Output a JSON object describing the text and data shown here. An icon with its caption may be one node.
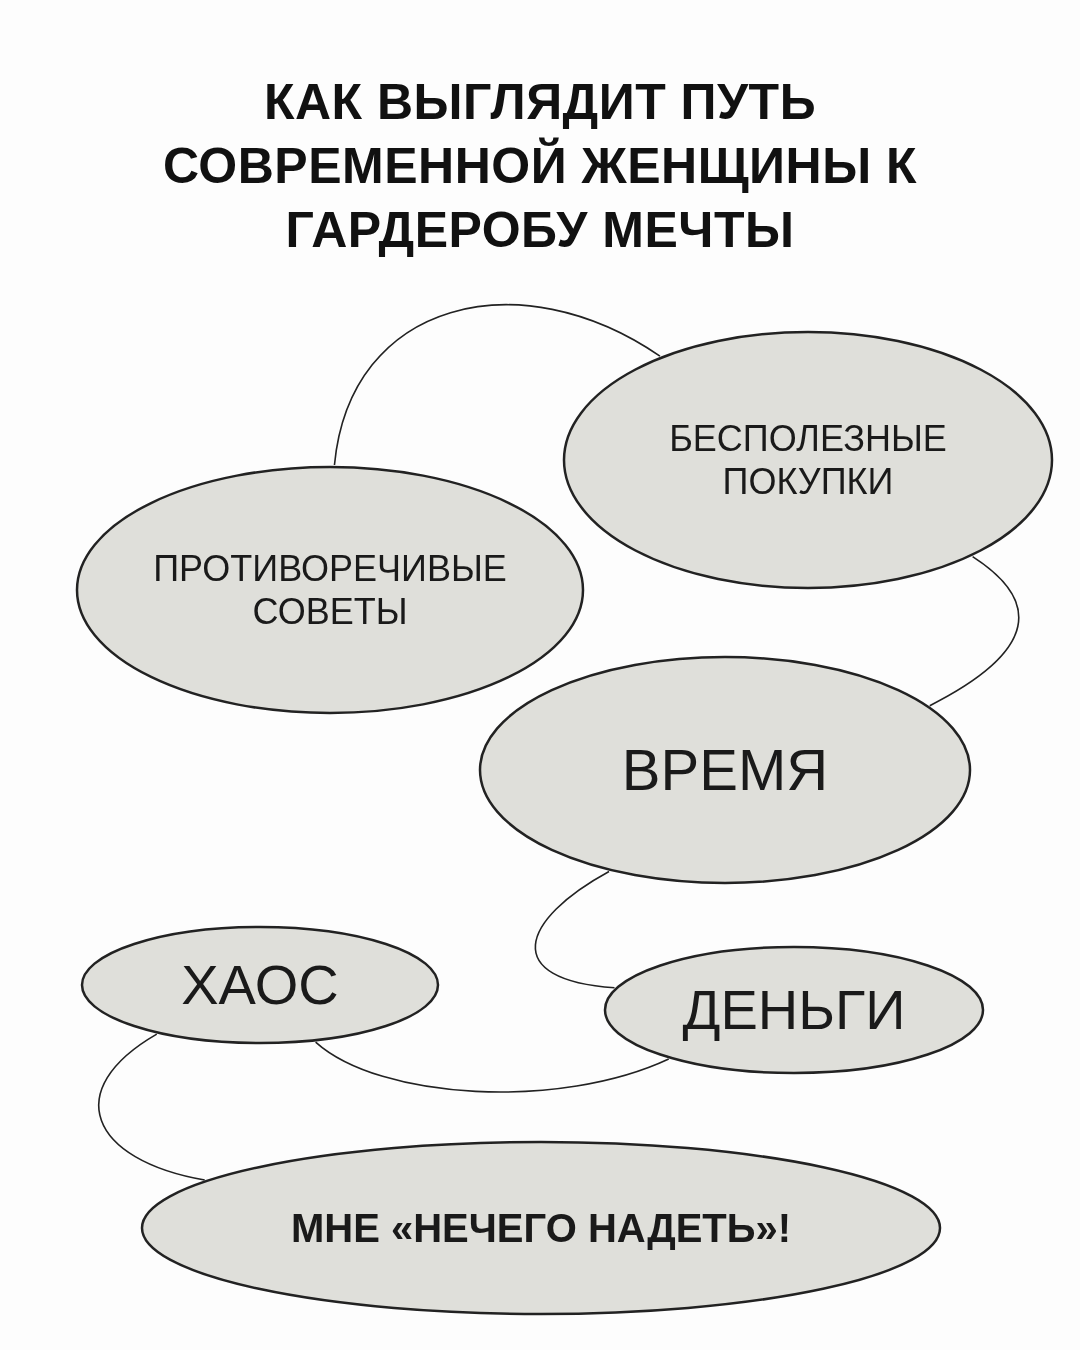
{
  "diagram": {
    "title": "КАК ВЫГЛЯДИТ ПУТЬ СОВРЕМЕННОЙ ЖЕНЩИНЫ К ГАРДЕРОБУ МЕЧТЫ",
    "nodes": [
      {
        "text": [
          "ПРОТИВОРЕЧИВЫЕ СОВЕТЫ"
        ]
      },
      {
        "text": [
          "БЕСПОЛЕЗНЫЕ ПОКУПКИ"
        ]
      },
      {
        "text": [
          "ВРЕМЯ"
        ]
      },
      {
        "text": [
          "ХАОС"
        ]
      },
      {
        "text": [
          "ДЕНЬГИ"
        ]
      },
      {
        "text": [
          "МНЕ «НЕЧЕГО НАДЕТЬ»!"
        ]
      }
    ],
    "edges": [
      {
        "from": 0,
        "to": 1,
        "arrow": "none"
      },
      {
        "from": 1,
        "to": 2,
        "arrow": "none"
      },
      {
        "from": 2,
        "to": 4,
        "arrow": "none"
      },
      {
        "from": 4,
        "to": 3,
        "arrow": "none"
      },
      {
        "from": 3,
        "to": 5,
        "arrow": "none"
      }
    ]
  }
}
